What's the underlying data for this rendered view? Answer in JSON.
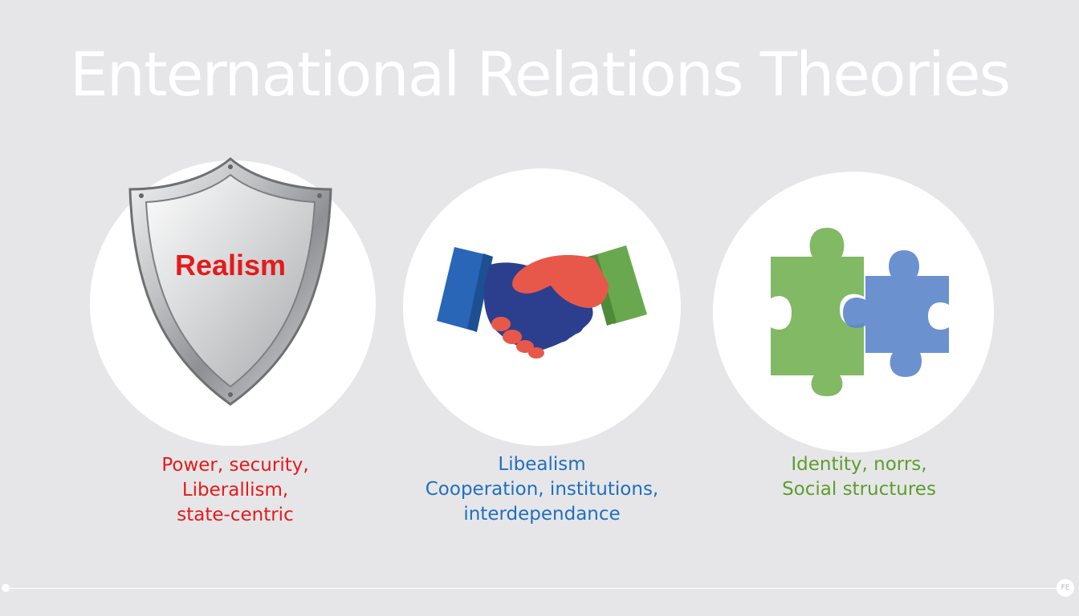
{
  "title": "Enternational Relations Theories",
  "theories": [
    {
      "icon": "shield-icon",
      "label": "Realism",
      "caption_lines": [
        "Power, security,",
        "Liberallism,",
        "state-centric"
      ],
      "color": "#e31b1b"
    },
    {
      "icon": "handshake-icon",
      "caption_lines": [
        "Libealism",
        "Cooperation, institutions,",
        "interdependance"
      ],
      "color": "#1f6fbf"
    },
    {
      "icon": "puzzle-icon",
      "caption_lines": [
        "Identity, norrs,",
        "Social structures"
      ],
      "color": "#5c9e2e"
    }
  ],
  "footer": {
    "mark": "FE"
  },
  "colors": {
    "background": "#e6e6e8",
    "realism": "#e31b1b",
    "liberalism": "#1f6fbf",
    "constructivism": "#5c9e2e"
  }
}
